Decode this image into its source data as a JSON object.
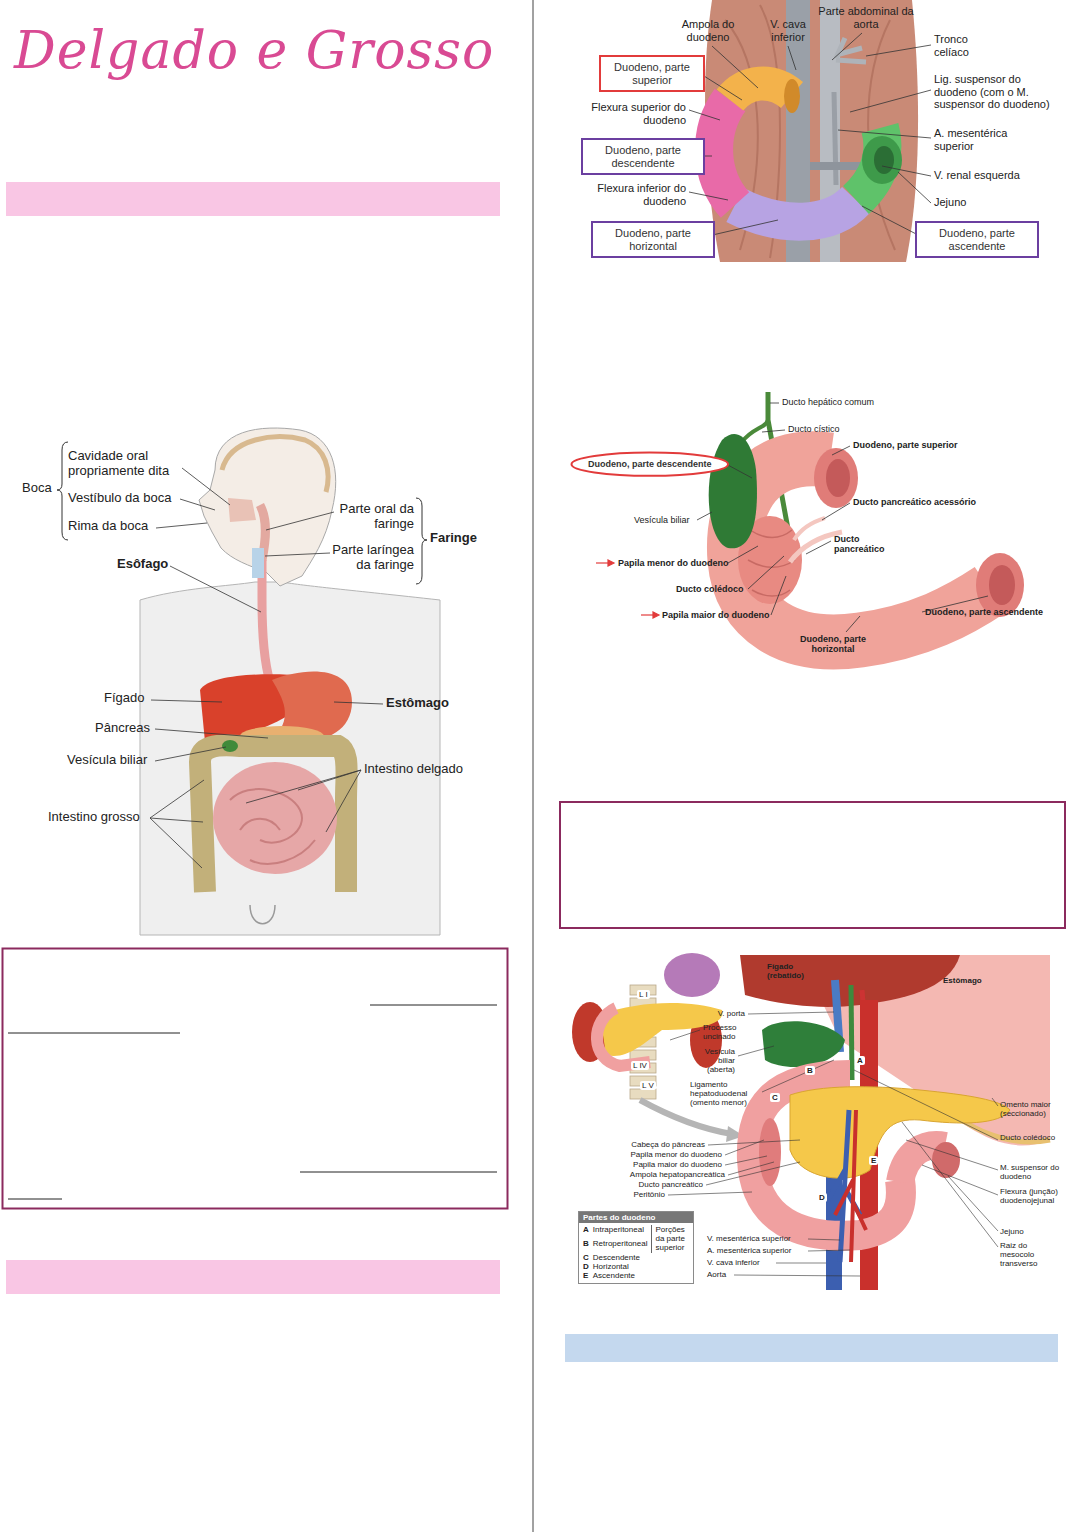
{
  "diagram": {
    "title": "Delgado e Grosso",
    "nodes": [
      {
        "text": [
          "Duodeno, parte superior"
        ]
      },
      {
        "text": [
          "Duodeno, parte descendente"
        ]
      },
      {
        "text": [
          "Duodeno, parte horizontal"
        ]
      },
      {
        "text": [
          "Duodeno, parte ascendente"
        ]
      },
      {
        "text": [
          "Duodeno, parte descendente"
        ]
      },
      {
        "text": [
          "Partes do duodeno",
          "A",
          "Intraperitoneal",
          "B",
          "Retroperitoneal",
          "C",
          "Descendente",
          "D",
          "Horizontal",
          "E",
          "Ascendente",
          "Porções da parte superior"
        ]
      }
    ],
    "labels": [
      "Boca",
      "Cavidade oral propriamente dita",
      "Vestíbulo da boca",
      "Rima da boca",
      "Parte oral da faringe",
      "Faringe",
      "Parte laríngea da faringe",
      "Esôfago",
      "Fígado",
      "Estômago",
      "Pâncreas",
      "Vesícula biliar",
      "Intestino delgado",
      "Intestino grosso",
      "Ampola do duodeno",
      "V. cava inferior",
      "Parte abdominal da aorta",
      "Tronco celíaco",
      "Lig. suspensor do duodeno (com o M. suspensor do duodeno)",
      "A. mesentérica superior",
      "V. renal esquerda",
      "Jejuno",
      "Flexura superior do duodeno",
      "Flexura inferior do duodeno",
      "Ducto hepático comum",
      "Ducto cístico",
      "Duodeno, parte superior",
      "Ducto pancreático acessório",
      "Vesícula biliar",
      "Ducto pancreático",
      "Papila menor do duodeno",
      "Ducto colédoco",
      "Papila maior do duodeno",
      "Duodeno, parte ascendente",
      "Duodeno, parte horizontal",
      "Fígado (rebatido)",
      "Estômago",
      "V. porta",
      "Processo uncinado",
      "Vesícula biliar (aberta)",
      "Ligamento hepatoduodenal (omento menor)",
      "L I",
      "L IV",
      "L V",
      "A",
      "B",
      "C",
      "E",
      "D",
      "Omento maior (seccionado)",
      "Ducto colédoco",
      "M. suspensor do duodeno",
      "Flexura (junção) duodenojejunal",
      "Jejuno",
      "Raiz do mesocolo transverso",
      "Cabeça do pâncreas",
      "Papila menor do duodeno",
      "Papila maior do duodeno",
      "Ampola hepatopancreática",
      "Ducto pancreático",
      "Peritônio",
      "V. mesentérica superior",
      "A. mesentérica superior",
      "V. cava inferior",
      "Aorta"
    ]
  }
}
